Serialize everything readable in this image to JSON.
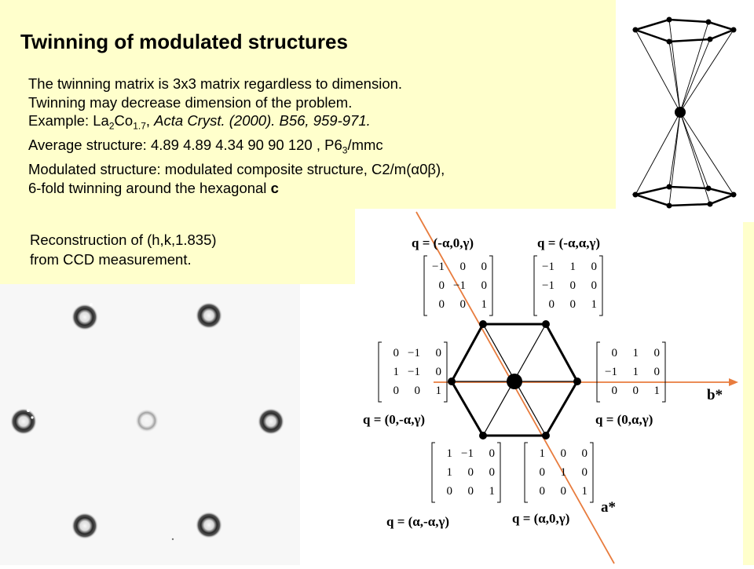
{
  "title": "Twinning of modulated structures",
  "body": {
    "line1": "The twinning matrix is 3x3 matrix regardless to dimension.",
    "line2": "Twinning may decrease dimension of the problem.",
    "line3": {
      "prefix": "Example:  La",
      "sub1": "2",
      "mid": "Co",
      "sub2": "1.7",
      "comma": ", ",
      "citation": "Acta Cryst. (2000). B56, 959-971."
    },
    "line4": {
      "prefix": "Average structure: 4.89 4.89 4.34 90 90 120 , P6",
      "sub": "3",
      "suffix": "/mmc"
    },
    "line5": "Modulated structure: modulated composite structure, C2/m(α0β),",
    "line6": {
      "text": "6-fold twinning around the hexagonal ",
      "bold": "c"
    }
  },
  "reconstruction": {
    "line1": "Reconstruction of (h,k,1.835)",
    "line2": "from CCD measurement."
  },
  "diagram": {
    "axis_a": "a*",
    "axis_b": "b*",
    "labels": {
      "top_left": "q = (-α,0,γ)",
      "top_right": "q = (-α,α,γ)",
      "mid_left": "q = (0,-α,γ)",
      "mid_right": "q = (0,α,γ)",
      "bot_left": "q = (α,-α,γ)",
      "bot_right": "q = (α,0,γ)"
    },
    "matrices": {
      "top_left": [
        [
          "−1",
          "0",
          "0"
        ],
        [
          "0",
          "−1",
          "0"
        ],
        [
          "0",
          "0",
          "1"
        ]
      ],
      "top_right": [
        [
          "−1",
          "1",
          "0"
        ],
        [
          "−1",
          "0",
          "0"
        ],
        [
          "0",
          "0",
          "1"
        ]
      ],
      "mid_left": [
        [
          "0",
          "−1",
          "0"
        ],
        [
          "1",
          "−1",
          "0"
        ],
        [
          "0",
          "0",
          "1"
        ]
      ],
      "mid_right": [
        [
          "0",
          "1",
          "0"
        ],
        [
          "−1",
          "1",
          "0"
        ],
        [
          "0",
          "0",
          "1"
        ]
      ],
      "bot_left": [
        [
          "1",
          "−1",
          "0"
        ],
        [
          "1",
          "0",
          "0"
        ],
        [
          "0",
          "0",
          "1"
        ]
      ],
      "bot_right": [
        [
          "1",
          "0",
          "0"
        ],
        [
          "0",
          "1",
          "0"
        ],
        [
          "0",
          "0",
          "1"
        ]
      ]
    },
    "colors": {
      "axis": "#e87c3e",
      "hexagon": "#000000"
    }
  }
}
